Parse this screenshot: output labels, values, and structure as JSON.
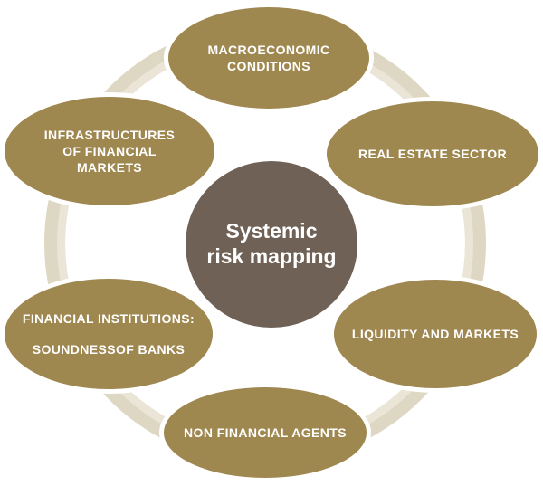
{
  "diagram": {
    "title": "Systemic risk mapping diagram",
    "center": {
      "id": "systemic-risk-mapping",
      "lines": [
        "Systemic",
        "risk mapping"
      ]
    },
    "nodes": [
      {
        "id": "macroeconomic-conditions",
        "lines": [
          "MACROECONOMIC",
          "CONDITIONS"
        ]
      },
      {
        "id": "infrastructures-of-financial-markets",
        "lines": [
          "INFRASTRUCTURES",
          "OF FINANCIAL",
          "MARKETS"
        ]
      },
      {
        "id": "real-estate-sector",
        "lines": [
          "REAL ESTATE SECTOR"
        ]
      },
      {
        "id": "financial-institutions-soundness-of-banks",
        "lines": [
          "FINANCIAL INSTITUTIONS:",
          "SOUNDNESSOF BANKS"
        ]
      },
      {
        "id": "liquidity-and-markets",
        "lines": [
          "LIQUIDITY AND MARKETS"
        ]
      },
      {
        "id": "non-financial-agents",
        "lines": [
          "NON FINANCIAL AGENTS"
        ]
      }
    ],
    "colors": {
      "node_fill": "#9f8750",
      "center_fill": "#6f6156",
      "ring": "#ded7c3",
      "ring_highlight": "#eae5d6",
      "text": "#ffffff",
      "background": "#ffffff"
    }
  }
}
